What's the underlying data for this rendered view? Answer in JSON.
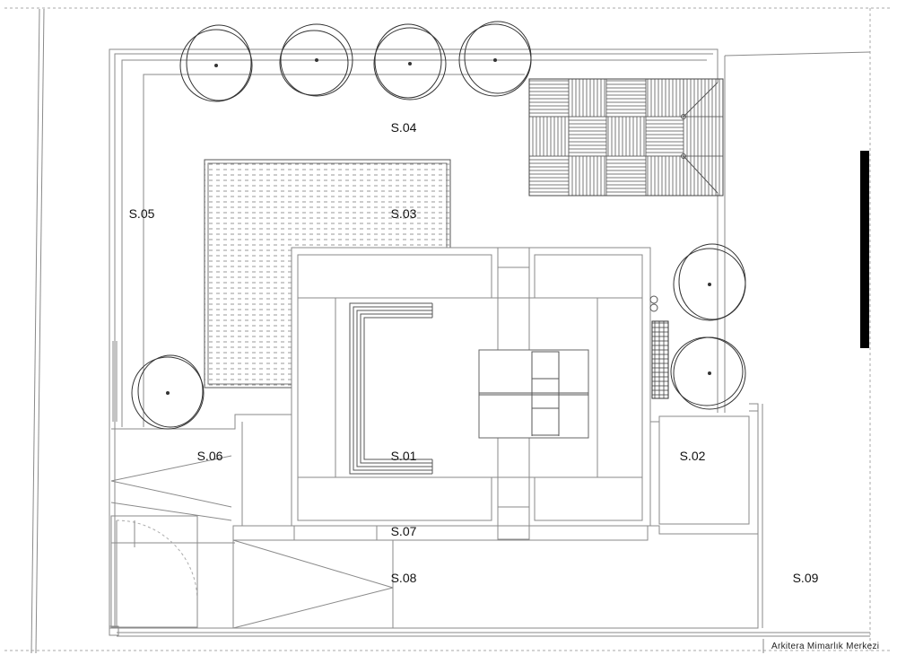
{
  "spaces": {
    "s01": "S.01",
    "s02": "S.02",
    "s03": "S.03",
    "s04": "S.04",
    "s05": "S.05",
    "s06": "S.06",
    "s07": "S.07",
    "s08": "S.08",
    "s09": "S.09"
  },
  "credit": "Arkitera Mimarlık Merkezi",
  "colors": {
    "line": "#8a8a8a",
    "ink": "#111111",
    "scale_bar": "#000000"
  }
}
